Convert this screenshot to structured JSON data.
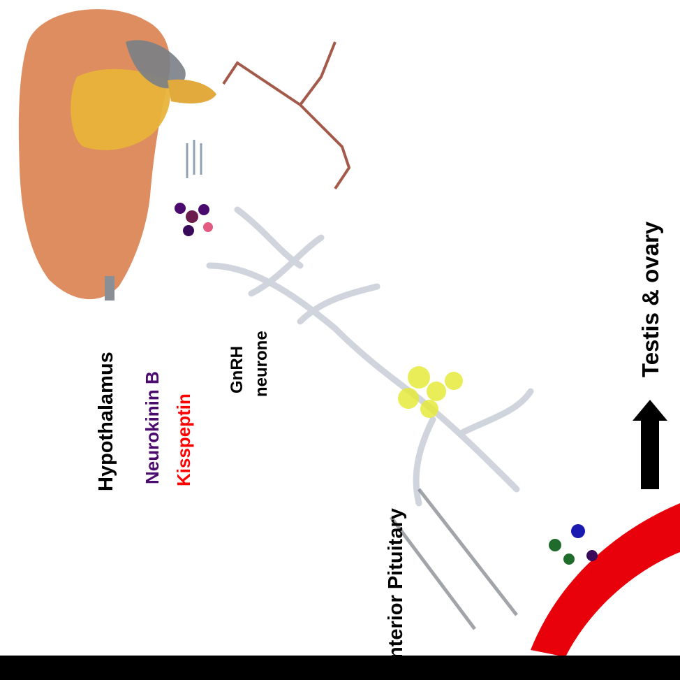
{
  "labels": {
    "hypothalamus": "Hypothalamus",
    "neurokinin_b": "Neurokinin B",
    "kisspeptin": "Kisspeptin",
    "gnrh_line1": "GnRH",
    "gnrh_line2": "neurone",
    "anterior_pituitary": "Anterior Pituitary",
    "testis_ovary": "Testis & ovary"
  },
  "colors": {
    "hypothalamus": "#000000",
    "neurokinin_b": "#4b0a6e",
    "kisspeptin": "#ff0000",
    "gnrh": "#000000",
    "anterior_pituitary": "#000000",
    "testis_ovary": "#000000",
    "brain": "#d9814f",
    "brain_inner": "#e8b33a",
    "vessel": "#e8000b",
    "pituitary_cells": "#e6ea3a",
    "neuron": "#c8cdd6"
  },
  "icons": [
    "brain-illustration",
    "neuron-illustration",
    "arrow-icon",
    "blood-vessel"
  ]
}
